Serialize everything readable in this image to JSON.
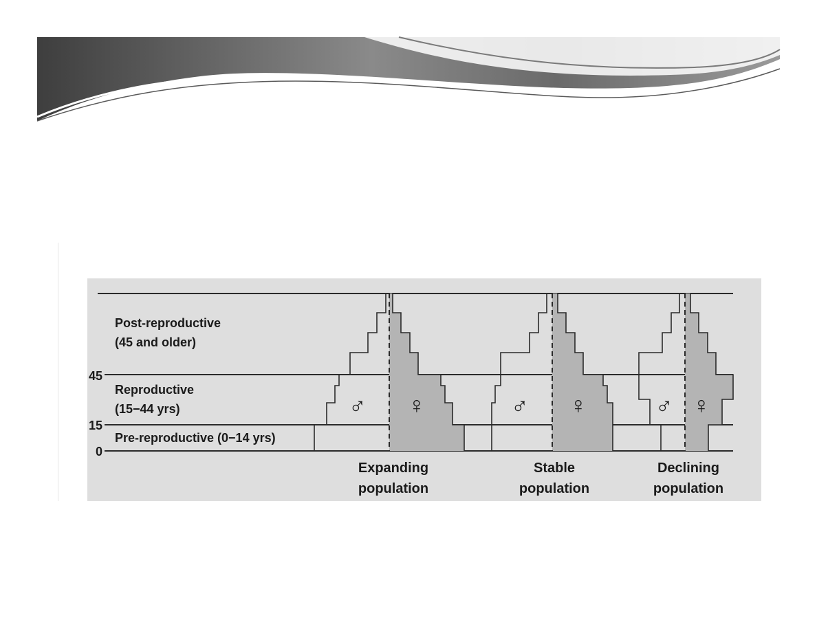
{
  "figure": {
    "y_axis_ticks": [
      "45",
      "15",
      "0"
    ],
    "bands": {
      "post_reproductive": {
        "line1": "Post-reproductive",
        "line2": "(45 and older)"
      },
      "reproductive": {
        "line1": "Reproductive",
        "line2": "(15−44 yrs)"
      },
      "pre_reproductive": {
        "label": "Pre-reproductive (0−14 yrs)"
      }
    },
    "pyramids": [
      {
        "line1": "Expanding",
        "line2": "population"
      },
      {
        "line1": "Stable",
        "line2": "population"
      },
      {
        "line1": "Declining",
        "line2": "population"
      }
    ],
    "symbols": {
      "male": "♂",
      "female": "♀"
    },
    "colors": {
      "background": "#dedede",
      "female_fill": "#b4b4b4",
      "lines": "#2a2a2a",
      "banner_dark": "#4a4a4a"
    }
  }
}
